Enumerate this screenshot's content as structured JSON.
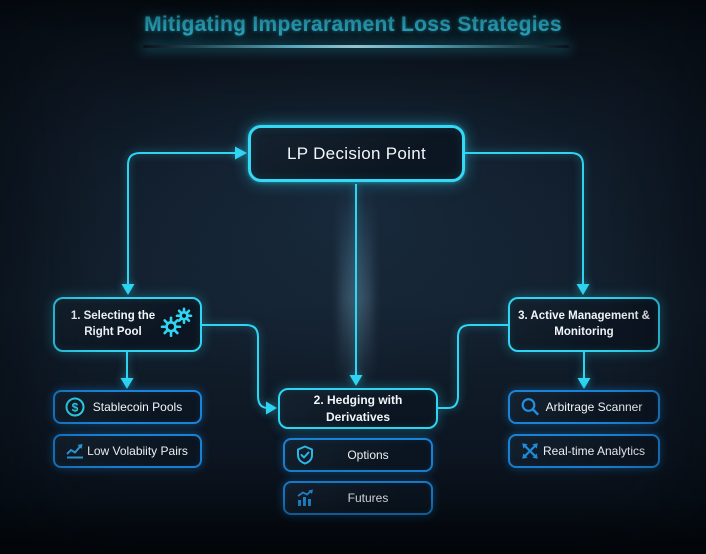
{
  "title": "Mitigating Imperarament Loss Strategies",
  "decision_node": {
    "label": "LP Decision Point"
  },
  "branches": [
    {
      "label": "1. Selecting the Right Pool",
      "icon": "gears-icon",
      "children": [
        {
          "label": "Stablecoin Pools",
          "icon": "dollar-coin-icon"
        },
        {
          "label": "Low Volabiity Pairs",
          "icon": "trend-chart-icon"
        }
      ]
    },
    {
      "label": "2. Hedging with Derivatives",
      "children": [
        {
          "label": "Options",
          "icon": "shield-check-icon"
        },
        {
          "label": "Futures",
          "icon": "bar-growth-icon"
        }
      ]
    },
    {
      "label": "3. Active Management & Monitoring",
      "children": [
        {
          "label": "Arbitrage Scanner",
          "icon": "magnifier-icon"
        },
        {
          "label": "Real-time Analytics",
          "icon": "cross-arrows-icon"
        }
      ]
    }
  ],
  "colors": {
    "accent_cyan": "#2fd5f2",
    "accent_blue": "#1b84d8",
    "background_dark": "#0d1520",
    "text": "#f2f6fa"
  }
}
